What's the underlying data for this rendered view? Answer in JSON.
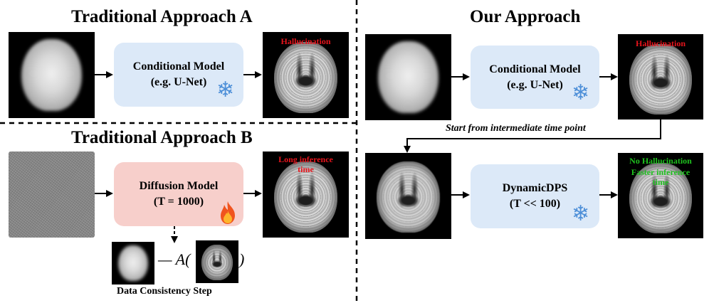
{
  "sections": {
    "a": {
      "title": "Traditional Approach A",
      "model_name": "Conditional Model",
      "model_sub": "(e.g. U-Net)",
      "output_label": "Hallucination"
    },
    "b": {
      "title": "Traditional Approach B",
      "model_name": "Diffusion Model",
      "model_sub": "(T = 1000)",
      "output_label_1": "Long inference",
      "output_label_2": "time",
      "dc_operator": "— A(",
      "dc_close": ")",
      "dc_label": "Data Consistency Step"
    },
    "ours": {
      "title": "Our Approach",
      "model_name": "Conditional Model",
      "model_sub": "(e.g. U-Net)",
      "output_label": "Hallucination",
      "connector_label": "Start from intermediate time point",
      "dyn_name": "DynamicDPS",
      "dyn_sub": "(T << 100)",
      "final_label_1": "No Hallucination",
      "final_label_2": "Faster inference",
      "final_label_3": "time"
    }
  },
  "icons": {
    "frozen": "snowflake-icon",
    "trainable": "fire-icon"
  },
  "colors": {
    "model_box_blue": "#dce9f8",
    "model_box_red": "#f7cfcb",
    "warning_text": "#e8141c",
    "success_text": "#1fc21f",
    "snowflake": "#4d8fd8"
  }
}
